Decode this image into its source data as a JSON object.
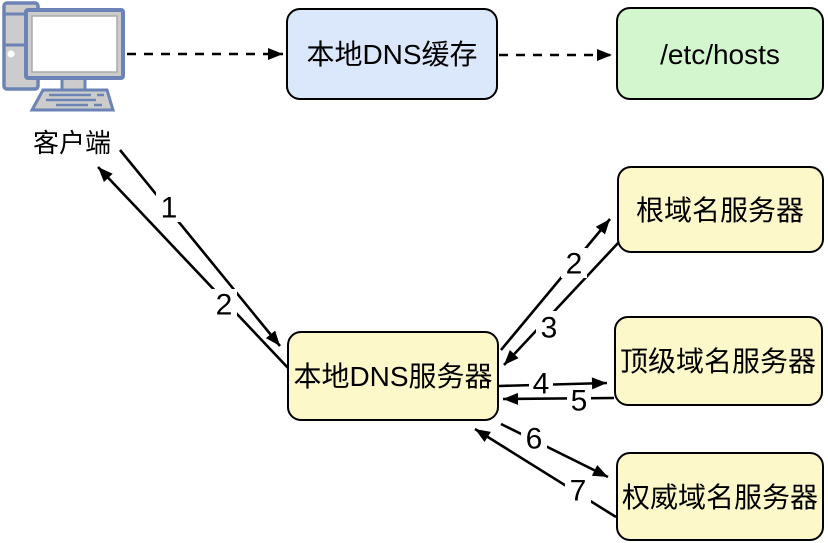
{
  "client": {
    "label": "客户端"
  },
  "nodes": {
    "dns_cache": {
      "label": "本地DNS缓存",
      "fill": "#dbe8fb"
    },
    "etc_hosts": {
      "label": "/etc/hosts",
      "fill": "#d4f6ce"
    },
    "local_dns": {
      "label": "本地DNS服务器",
      "fill": "#fcf8c9"
    },
    "root_dns": {
      "label": "根域名服务器",
      "fill": "#fcf8c9"
    },
    "tld_dns": {
      "label": "顶级域名服务器",
      "fill": "#fcf8c9"
    },
    "auth_dns": {
      "label": "权威域名服务器",
      "fill": "#fcf8c9"
    }
  },
  "edges": {
    "client_to_local": "1",
    "local_to_client": "2",
    "local_to_root": "2",
    "root_to_local": "3",
    "local_to_tld": "4",
    "tld_to_local": "5",
    "local_to_auth": "6",
    "auth_to_local": "7"
  },
  "colors": {
    "arrow": "#000000",
    "node_border": "#000000",
    "icon_stroke": "#6b83b5",
    "icon_fill": "#cccccc",
    "screen_fill": "#ffffff"
  }
}
